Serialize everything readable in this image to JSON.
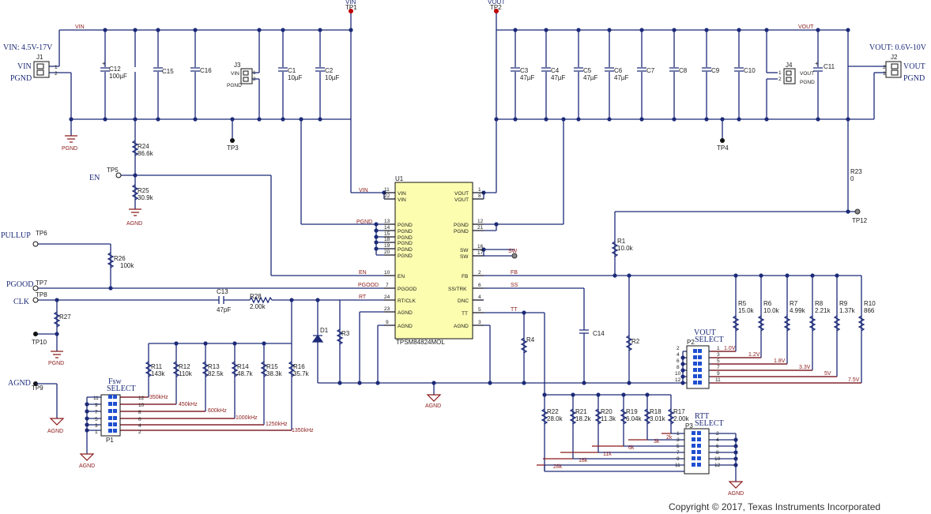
{
  "schematic": {
    "input_range": "VIN: 4.5V-17V",
    "output_range": "VOUT: 0.6V-10V",
    "copyright": "Copyright © 2017, Texas Instruments Incorporated",
    "ic": {
      "ref": "U1",
      "part": "TPSM84824MOL",
      "left_pins": [
        {
          "num": "11",
          "name": "VIN"
        },
        {
          "num": "22",
          "name": "VIN"
        },
        {
          "num": "13",
          "name": "PGND"
        },
        {
          "num": "14",
          "name": "PGND"
        },
        {
          "num": "15",
          "name": "PGND"
        },
        {
          "num": "18",
          "name": "PGND"
        },
        {
          "num": "19",
          "name": "PGND"
        },
        {
          "num": "20",
          "name": "PGND"
        },
        {
          "num": "10",
          "name": "EN"
        },
        {
          "num": "7",
          "name": "PGOOD"
        },
        {
          "num": "24",
          "name": "RT/CLK"
        },
        {
          "num": "23",
          "name": "AGND"
        },
        {
          "num": "9",
          "name": "AGND"
        }
      ],
      "right_pins": [
        {
          "num": "1",
          "name": "VOUT"
        },
        {
          "num": "8",
          "name": "VOUT"
        },
        {
          "num": "12",
          "name": "PGND"
        },
        {
          "num": "21",
          "name": "PGND"
        },
        {
          "num": "16",
          "name": "SW"
        },
        {
          "num": "17",
          "name": "SW"
        },
        {
          "num": "2",
          "name": "FB"
        },
        {
          "num": "6",
          "name": "SS/TRK"
        },
        {
          "num": "4",
          "name": "DNC"
        },
        {
          "num": "5",
          "name": "TT"
        },
        {
          "num": "3",
          "name": "AGND"
        }
      ]
    },
    "nets": {
      "vin": "VIN",
      "vout": "VOUT",
      "pgnd": "PGND",
      "agnd": "AGND",
      "en": "EN",
      "pgood": "PGOOD",
      "rt": "RT",
      "fb": "FB",
      "ss": "SS",
      "tt": "TT",
      "sw": "SW",
      "pullup": "PULLUP",
      "clk": "CLK"
    },
    "testpoints": {
      "tp1": "TP1",
      "tp2": "TP2",
      "tp3": "TP3",
      "tp4": "TP4",
      "tp5": "TP5",
      "tp6": "TP6",
      "tp7": "TP7",
      "tp8": "TP8",
      "tp9": "TP9",
      "tp10": "TP10",
      "tp12": "TP12"
    },
    "connectors": {
      "j1": "J1",
      "j2": "J2",
      "j3": "J3",
      "j4": "J4",
      "j1_labels": [
        "VIN",
        "PGND"
      ],
      "j2_labels": [
        "VOUT",
        "PGND"
      ],
      "j3_labels": [
        "VIN",
        "PGND"
      ],
      "j4_labels": [
        "VOUT",
        "PGND"
      ],
      "pin1": "1",
      "pin2": "2"
    },
    "input_caps": [
      {
        "ref": "C12",
        "value": "100µF"
      },
      {
        "ref": "C15",
        "value": ""
      },
      {
        "ref": "C16",
        "value": ""
      },
      {
        "ref": "C1",
        "value": "10µF"
      },
      {
        "ref": "C2",
        "value": "10µF"
      }
    ],
    "output_caps": [
      {
        "ref": "C3",
        "value": "47µF"
      },
      {
        "ref": "C4",
        "value": "47µF"
      },
      {
        "ref": "C5",
        "value": "47µF"
      },
      {
        "ref": "C6",
        "value": "47µF"
      },
      {
        "ref": "C7",
        "value": ""
      },
      {
        "ref": "C8",
        "value": ""
      },
      {
        "ref": "C9",
        "value": ""
      },
      {
        "ref": "C10",
        "value": ""
      },
      {
        "ref": "C11",
        "value": ""
      }
    ],
    "resistors": {
      "r24": {
        "ref": "R24",
        "value": "86.6k"
      },
      "r25": {
        "ref": "R25",
        "value": "30.9k"
      },
      "r26": {
        "ref": "R26",
        "value": "100k"
      },
      "r27": {
        "ref": "R27",
        "value": ""
      },
      "r28": {
        "ref": "R28",
        "value": "2.00k"
      },
      "r3": {
        "ref": "R3",
        "value": ""
      },
      "r4": {
        "ref": "R4",
        "value": ""
      },
      "r2": {
        "ref": "R2",
        "value": ""
      },
      "r1": {
        "ref": "R1",
        "value": "10.0k"
      },
      "r23": {
        "ref": "R23",
        "value": "0"
      }
    },
    "c13": {
      "ref": "C13",
      "value": "47pF"
    },
    "c14": {
      "ref": "C14",
      "value": ""
    },
    "d1": "D1",
    "vout_select": {
      "title": [
        "VOUT",
        "SELECT"
      ],
      "ref": "P2",
      "resistors": [
        {
          "ref": "R5",
          "value": "15.0k"
        },
        {
          "ref": "R6",
          "value": "10.0k"
        },
        {
          "ref": "R7",
          "value": "4.99k"
        },
        {
          "ref": "R8",
          "value": "2.21k"
        },
        {
          "ref": "R9",
          "value": "1.37k"
        },
        {
          "ref": "R10",
          "value": "866"
        }
      ],
      "voltages": [
        "1.0V",
        "1.2V",
        "1.8V",
        "3.3V",
        "5V",
        "7.5V"
      ],
      "left_pins": [
        "2",
        "4",
        "6",
        "8",
        "10",
        "12"
      ],
      "right_pins": [
        "1",
        "3",
        "5",
        "7",
        "9",
        "11"
      ]
    },
    "fsw_select": {
      "title": [
        "Fsw",
        "SELECT"
      ],
      "ref": "P1",
      "resistors": [
        {
          "ref": "R11",
          "value": "143k"
        },
        {
          "ref": "R12",
          "value": "110k"
        },
        {
          "ref": "R13",
          "value": "82.5k"
        },
        {
          "ref": "R14",
          "value": "48.7k"
        },
        {
          "ref": "R15",
          "value": "38.3k"
        },
        {
          "ref": "R16",
          "value": "35.7k"
        }
      ],
      "freqs": [
        "350kHz",
        "450kHz",
        "600kHz",
        "1000kHz",
        "1250kHz",
        "1350kHz"
      ],
      "left_pins": [
        "11",
        "9",
        "7",
        "5",
        "3",
        "1"
      ],
      "right_pins": [
        "12",
        "10",
        "8",
        "6",
        "4",
        "2"
      ]
    },
    "rtt_select": {
      "title": [
        "RTT",
        "SELECT"
      ],
      "ref": "P3",
      "resistors": [
        {
          "ref": "R22",
          "value": "28.0k"
        },
        {
          "ref": "R21",
          "value": "18.2k"
        },
        {
          "ref": "R20",
          "value": "11.3k"
        },
        {
          "ref": "R19",
          "value": "6.04k"
        },
        {
          "ref": "R18",
          "value": "3.01k"
        },
        {
          "ref": "R17",
          "value": "2.00k"
        }
      ],
      "labels": [
        "2k",
        "3k",
        "6k",
        "11k",
        "18k",
        "28k"
      ],
      "left_pins": [
        "1",
        "3",
        "5",
        "7",
        "9",
        "11"
      ],
      "right_pins": [
        "2",
        "4",
        "6",
        "8",
        "10",
        "12"
      ]
    }
  }
}
